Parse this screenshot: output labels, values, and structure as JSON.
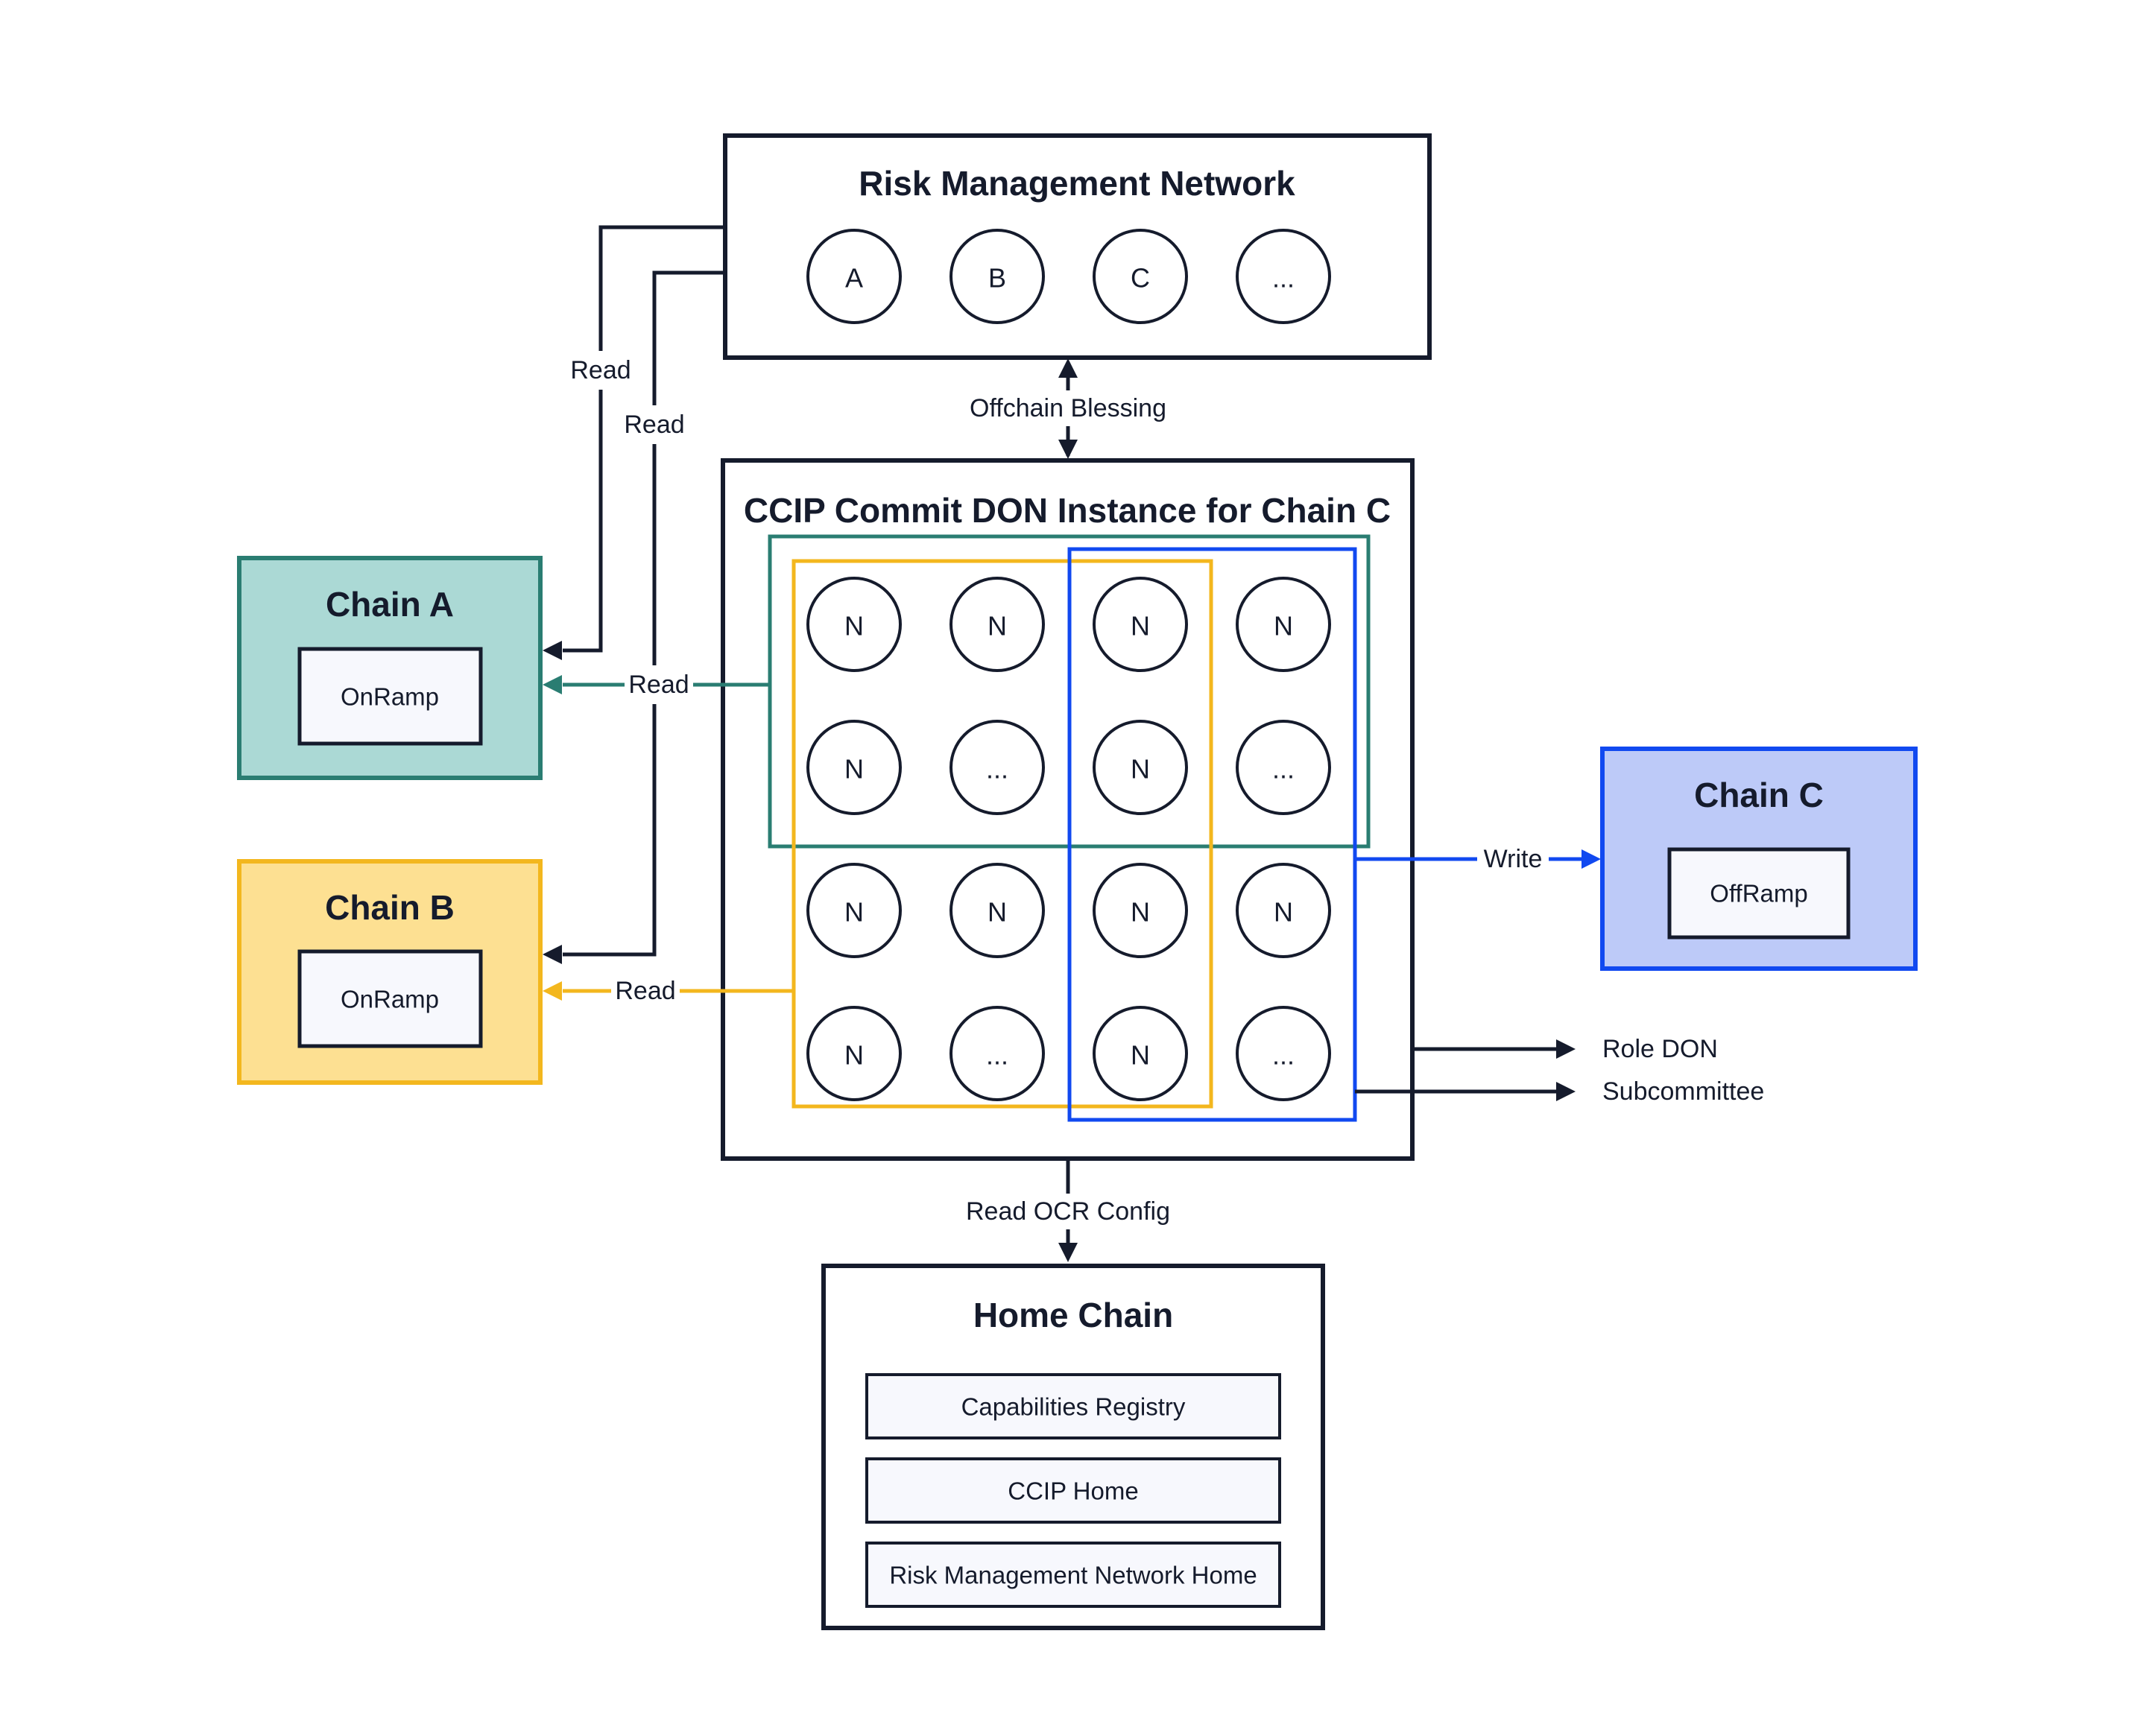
{
  "colors": {
    "ink": "#151B2C",
    "teal_stroke": "#2A7D72",
    "teal_fill": "#ABD9D5",
    "gold_stroke": "#F3B71E",
    "gold_fill": "#FDE092",
    "blue_stroke": "#1149F0",
    "blue_fill": "#BDCAF8",
    "contract_fill": "#F7F8FD",
    "background": "#FFFFFF"
  },
  "rmn": {
    "title": "Risk Management Network",
    "nodes": [
      "A",
      "B",
      "C",
      "..."
    ]
  },
  "ccip_don": {
    "title": "CCIP Commit DON Instance for Chain C",
    "grid": [
      [
        "N",
        "N",
        "N",
        "N"
      ],
      [
        "N",
        "...",
        "N",
        "..."
      ],
      [
        "N",
        "N",
        "N",
        "N"
      ],
      [
        "N",
        "...",
        "N",
        "..."
      ]
    ]
  },
  "chain_a": {
    "title": "Chain A",
    "contract": "OnRamp"
  },
  "chain_b": {
    "title": "Chain B",
    "contract": "OnRamp"
  },
  "chain_c": {
    "title": "Chain C",
    "contract": "OffRamp"
  },
  "home_chain": {
    "title": "Home Chain",
    "contracts": [
      "Capabilities Registry",
      "CCIP Home",
      "Risk Management Network Home"
    ]
  },
  "edges": {
    "offchain_blessing": "Offchain Blessing",
    "rmn_read_chain_a": "Read",
    "rmn_read_chain_b": "Read",
    "don_read_chain_a": "Read",
    "don_read_chain_b": "Read",
    "write": "Write",
    "role_don": "Role DON",
    "subcommittee": "Subcommittee",
    "read_ocr_config": "Read OCR Config"
  }
}
